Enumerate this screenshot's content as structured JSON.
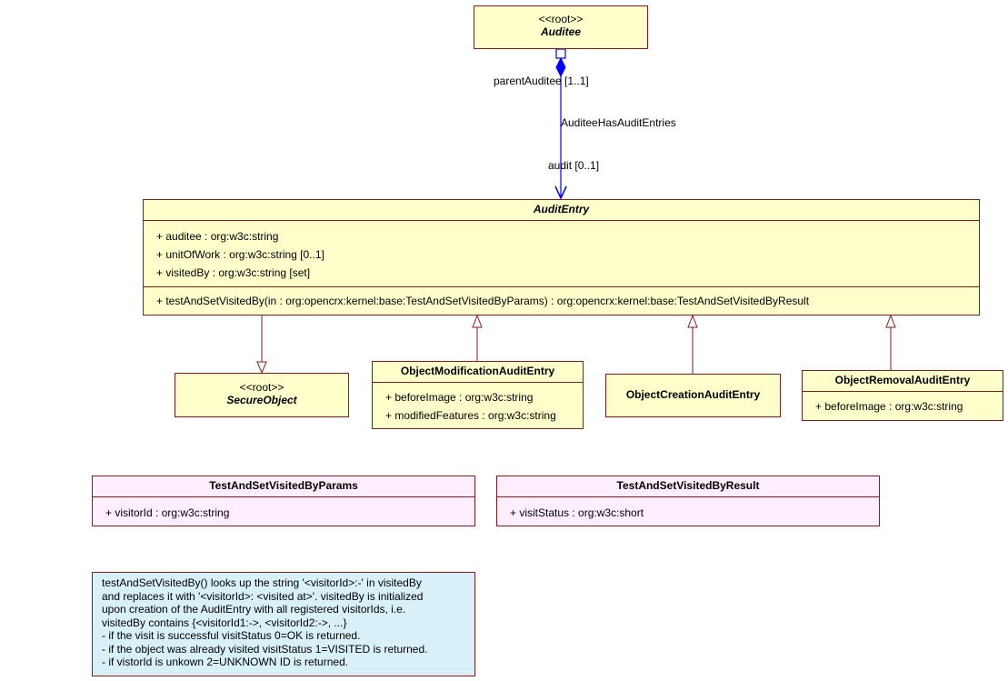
{
  "classes": {
    "auditee": {
      "stereotype": "<<root>>",
      "name": "Auditee"
    },
    "audit_entry": {
      "name": "AuditEntry",
      "attributes": [
        "+ auditee : org:w3c:string",
        "+ unitOfWork : org:w3c:string [0..1]",
        "+ visitedBy : org:w3c:string [set]"
      ],
      "operations": [
        "+ testAndSetVisitedBy(in : org:opencrx:kernel:base:TestAndSetVisitedByParams) : org:opencrx:kernel:base:TestAndSetVisitedByResult"
      ]
    },
    "secure_object": {
      "stereotype": "<<root>>",
      "name": "SecureObject"
    },
    "object_modification": {
      "name": "ObjectModificationAuditEntry",
      "attributes": [
        "+ beforeImage : org:w3c:string",
        "+ modifiedFeatures : org:w3c:string"
      ]
    },
    "object_creation": {
      "name": "ObjectCreationAuditEntry"
    },
    "object_removal": {
      "name": "ObjectRemovalAuditEntry",
      "attributes": [
        "+ beforeImage : org:w3c:string"
      ]
    },
    "params": {
      "name": "TestAndSetVisitedByParams",
      "attributes": [
        "+ visitorId : org:w3c:string"
      ]
    },
    "result": {
      "name": "TestAndSetVisitedByResult",
      "attributes": [
        "+ visitStatus : org:w3c:short"
      ]
    }
  },
  "association": {
    "name": "AuditeeHasAuditEntries",
    "end_parent": "parentAuditee [1..1]",
    "end_child": "audit [0..1]"
  },
  "note": {
    "lines": [
      "testAndSetVisitedBy() looks up the string '<visitorId>:-' in visitedBy",
      "and replaces it with '<visitorId>: <visited at>'. visitedBy is initialized",
      "upon creation of the AuditEntry with all registered visitorIds, i.e.",
      "visitedBy contains {<visitorId1:->, <visitorId2:->, ...}",
      "- if the visit is successful visitStatus 0=OK is returned.",
      "- if the object was already visited visitStatus 1=VISITED is returned.",
      "- if vistorId is unkown 2=UNKNOWN ID is returned."
    ]
  },
  "colors": {
    "class_fill": "#ffffcc",
    "datatype_fill": "#ffeeff",
    "note_fill": "#d8f1f8",
    "border": "#8b1a1a",
    "association": "#0000ff"
  }
}
